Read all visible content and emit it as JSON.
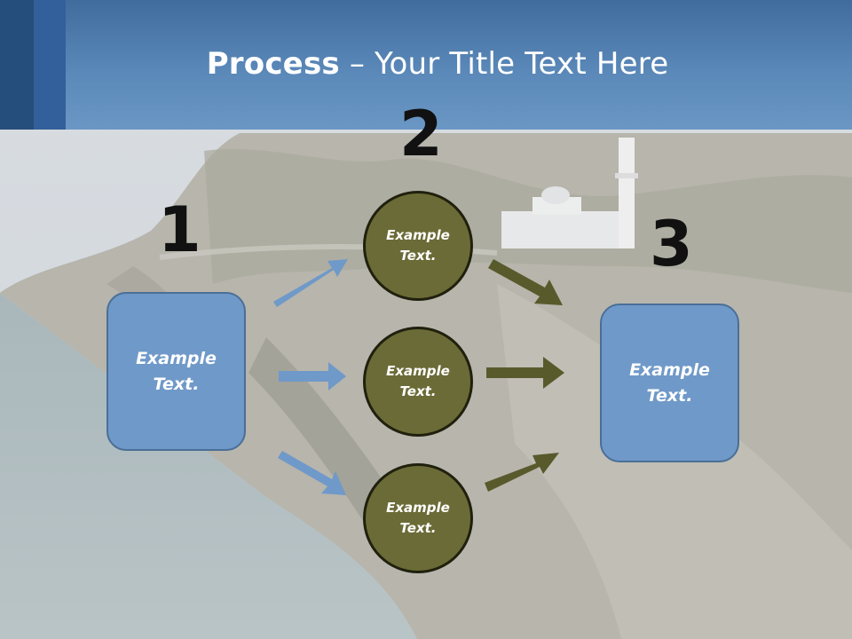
{
  "slide": {
    "title_bold": "Process",
    "title_rest": " – Your Title Text Here"
  },
  "steps": [
    {
      "number": "1",
      "text": "Example Text."
    },
    {
      "number": "2",
      "items": [
        "Example Text.",
        "Example Text.",
        "Example Text."
      ]
    },
    {
      "number": "3",
      "text": "Example Text."
    }
  ],
  "colors": {
    "title_bar": "#5a88b8",
    "box_fill": "#6f99c8",
    "circle_fill": "#6b6b37",
    "blue_arrow": "#6f99c8",
    "olive_arrow": "#585a2c"
  },
  "background": {
    "description_icon": "coastal-cliff-photo"
  }
}
